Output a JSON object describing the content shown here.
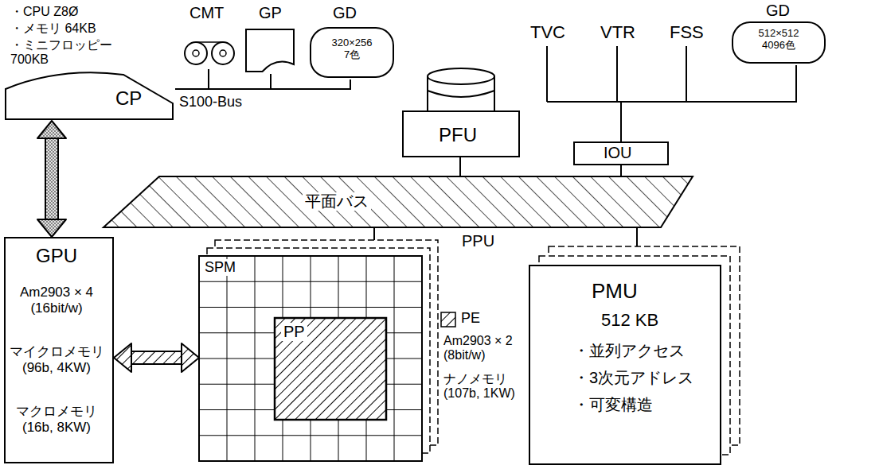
{
  "diagram": {
    "nodes": [
      {
        "text": [
          "・CPU Z8Ø",
          "・メモリ 64KB",
          "・ミニフロッピー 700KB",
          "CP"
        ]
      },
      {
        "text": [
          "CMT"
        ]
      },
      {
        "text": [
          "GP"
        ]
      },
      {
        "text": [
          "GD",
          "320×256 7色"
        ]
      },
      {
        "text": [
          "PFU"
        ]
      },
      {
        "text": [
          "IOU"
        ]
      },
      {
        "text": [
          "GD",
          "512×512 4096色"
        ]
      },
      {
        "text": [
          "平面バス"
        ]
      },
      {
        "text": [
          "GPU",
          "Am2903 × 4 (16bit/w)",
          "マイクロメモリ (96b, 4KW)",
          "マクロメモリ (16b, 8KW)"
        ]
      },
      {
        "text": [
          "PPU",
          "SPM"
        ]
      },
      {
        "text": [
          "PP"
        ],
        "in": 9
      },
      {
        "text": [
          "PMU",
          "512 KB",
          "・並列アクセス",
          "・3次元アドレス",
          "・可変構造"
        ]
      }
    ],
    "edges": [
      {
        "from": 0,
        "to": 8,
        "arrow": "both"
      },
      {
        "from": 0,
        "to": 1,
        "arrow": "none"
      },
      {
        "from": 0,
        "to": 2,
        "arrow": "none"
      },
      {
        "from": 0,
        "to": 3,
        "arrow": "none"
      },
      {
        "from": 4,
        "to": 7,
        "arrow": "none"
      },
      {
        "from": 5,
        "to": 7,
        "arrow": "none"
      },
      {
        "from": 5,
        "to": 6,
        "arrow": "none"
      },
      {
        "from": 8,
        "to": 9,
        "arrow": "both"
      },
      {
        "from": 7,
        "to": 9,
        "arrow": "none"
      },
      {
        "from": 7,
        "to": 11,
        "arrow": "none"
      }
    ],
    "labels": [
      "S100-Bus",
      "TVC",
      "VTR",
      "FSS",
      "Am2903 × 2 (8bit/w)",
      "ナノメモリ (107b, 1KW)"
    ],
    "legend": [
      {
        "text": "PE"
      }
    ]
  }
}
